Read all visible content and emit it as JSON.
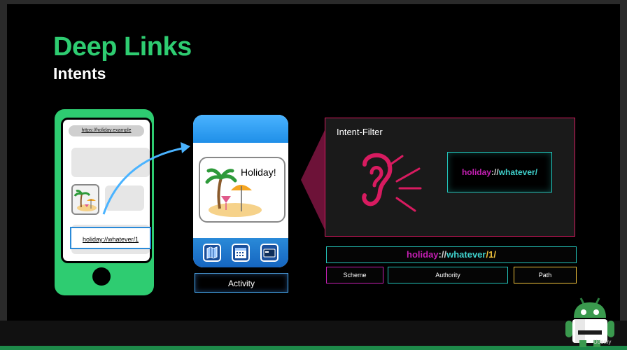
{
  "slide": {
    "title": "Deep Links",
    "subtitle": "Intents"
  },
  "phone": {
    "url": "https://holiday.example",
    "link_text": "holiday://whatever/1"
  },
  "activity": {
    "card_label": "Holiday!",
    "label": "Activity",
    "tabs": [
      "map-icon",
      "calendar-icon",
      "card-icon"
    ]
  },
  "intent_filter": {
    "label": "Intent-Filter",
    "uri": {
      "scheme": "holiday",
      "sep": "://",
      "authority": "whatever",
      "trail": "/"
    }
  },
  "deep_link": {
    "scheme": "holiday",
    "sep": "://",
    "authority": "whatever",
    "slash": "/",
    "path": "1",
    "trail": "/"
  },
  "parts": {
    "scheme": "Scheme",
    "authority": "Authority",
    "path": "Path"
  },
  "watermark": "Udemy",
  "colors": {
    "title_green": "#2ecc71",
    "scheme_magenta": "#c51fb3",
    "authority_teal": "#3fd1cc",
    "path_yellow": "#f0c23c",
    "filter_border": "#d81b60",
    "arrow_blue": "#4ab3ff"
  }
}
